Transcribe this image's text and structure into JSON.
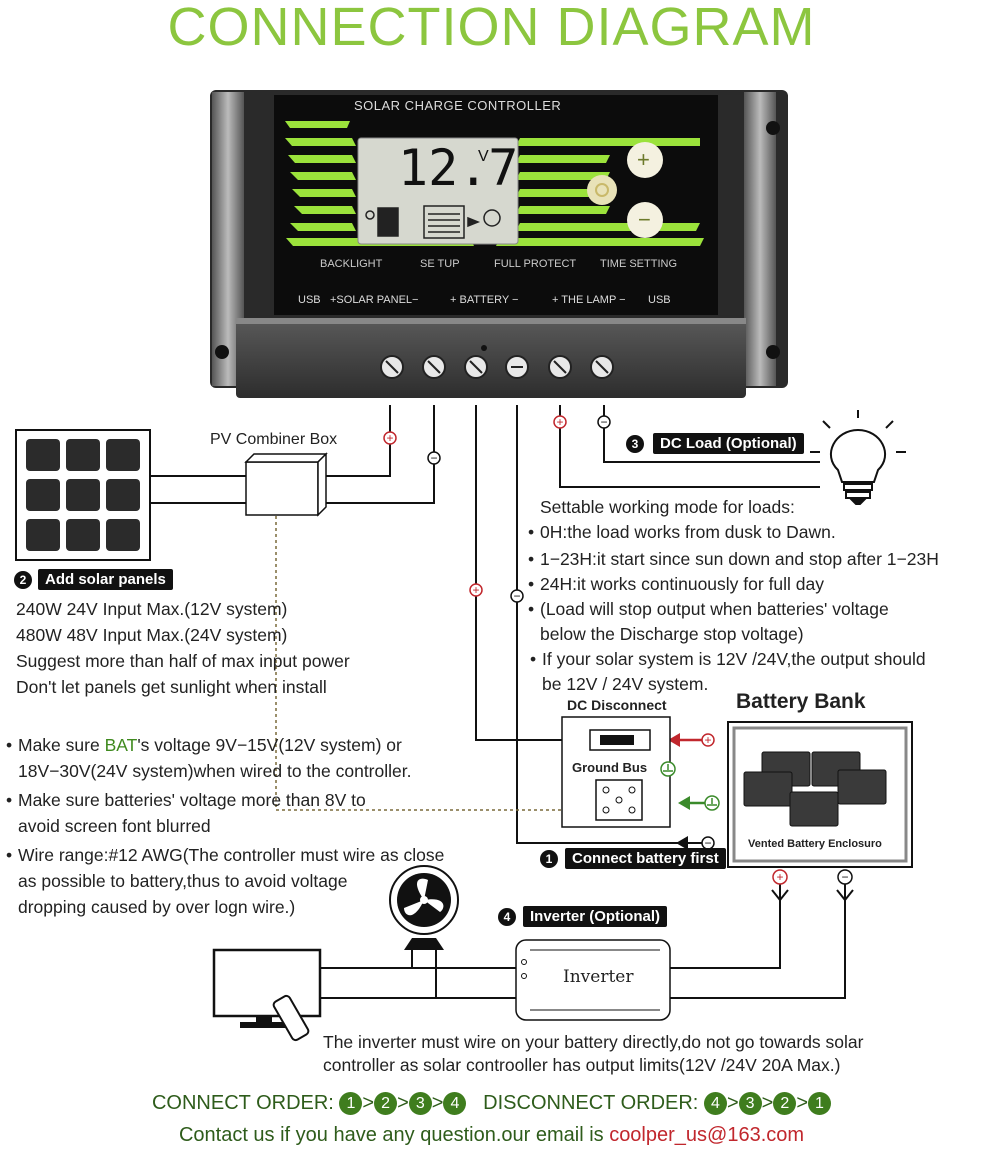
{
  "title": "CONNECTION DIAGRAM",
  "controller": {
    "label": "SOLAR CHARGE CONTROLLER",
    "display_value": "12.7",
    "display_unit": "V",
    "buttons": {
      "plus": "+",
      "minus": "−"
    },
    "functions": [
      "BACKLIGHT",
      "SE TUP",
      "FULL PROTECT",
      "TIME SETTING"
    ],
    "ports": [
      "USB",
      "+SOLAR PANEL−",
      "+ BATTERY −",
      "+ THE LAMP −",
      "USB"
    ]
  },
  "pv_combiner_label": "PV Combiner Box",
  "step2": {
    "num": "2",
    "label": "Add solar panels"
  },
  "step3": {
    "num": "3",
    "label": "DC Load (Optional)"
  },
  "step1": {
    "num": "1",
    "label": "Connect battery first"
  },
  "step4": {
    "num": "4",
    "label": "Inverter (Optional)"
  },
  "solar_notes": [
    "240W 24V Input Max.(12V system)",
    "480W 48V Input  Max.(24V system)",
    "Suggest more than half of max input power",
    "Don't let panels get sunlight when install"
  ],
  "load_notes": {
    "heading": "Settable working mode for loads:",
    "items": [
      "0H:the load works from dusk to Dawn.",
      "1−23H:it start since sun down and stop after 1−23H",
      "24H:it works continuously for full day",
      "(Load will stop output when batteries' voltage",
      "below the Discharge stop voltage)",
      "If your solar system is 12V /24V,the output should",
      "be 12V / 24V system."
    ]
  },
  "battery_notes": {
    "line1_pre": "Make sure ",
    "line1_bat": "BAT",
    "line1_post": "'s voltage 9V−15V(12V system) or",
    "line2": "18V−30V(24V system)when  wired to the controller.",
    "line3": "Make sure batteries' voltage more than 8V to",
    "line4": "avoid screen font blurred",
    "line5": "Wire range:#12 AWG(The controller must wire as close",
    "line6": "as possible to battery,thus to avoid voltage",
    "line7": "dropping caused by over logn wire.)"
  },
  "dc_disconnect_label": "DC Disconnect",
  "ground_bus_label": "Ground Bus",
  "battery_bank": {
    "title": "Battery Bank",
    "enclosure": "Vented Battery Enclosuro"
  },
  "inverter_label": "Inverter",
  "inverter_note": [
    "The inverter must wire on your battery directly,do not go towards solar",
    "controller as solar controoller has output limits(12V /24V 20A Max.)"
  ],
  "connect_order": {
    "label": "CONNECT ORDER:",
    "steps": [
      "1",
      "2",
      "3",
      "4"
    ]
  },
  "disconnect_order": {
    "label": "DISCONNECT ORDER:",
    "steps": [
      "4",
      "3",
      "2",
      "1"
    ]
  },
  "order_sep": ">",
  "contact": {
    "text": "Contact us if you have any question.our email is ",
    "email": "coolper_us@163.com"
  },
  "colors": {
    "title_green": "#8cc63f",
    "order_green": "#3f7d1e",
    "wire_red": "#c1272d",
    "ground_green": "#3a8a2a",
    "lcd_green": "#9be23b"
  }
}
